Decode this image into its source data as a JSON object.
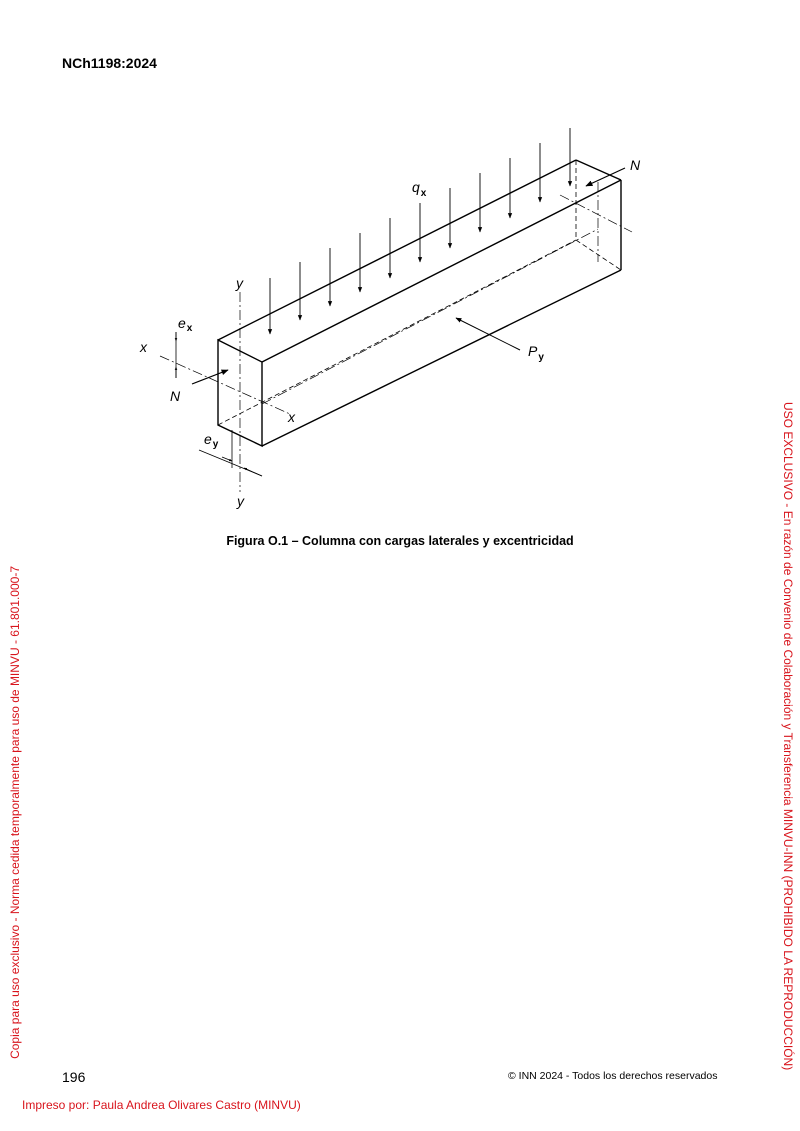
{
  "header": {
    "doc_code": "NCh1198:2024"
  },
  "figure": {
    "labels": {
      "load": "q",
      "load_sub": "x",
      "axial_top": "N",
      "axial_left": "N",
      "lateral_point": "P",
      "lateral_point_sub": "y",
      "ecc_x": "e",
      "ecc_x_sub": "x",
      "ecc_y": "e",
      "ecc_y_sub": "y",
      "axis_y_top": "y",
      "axis_y_bottom": "y",
      "axis_x_left": "x",
      "axis_x_right": "x"
    },
    "caption": "Figura O.1 – Columna con cargas laterales y excentricidad"
  },
  "footer": {
    "page_number": "196",
    "copyright": "© INN 2024 - Todos los derechos reservados"
  },
  "watermarks": {
    "right": "USO EXCLUSIVO - En razón de Convenio de Colaboración y Transferencia MINVU-INN (PROHIBIDO LA REPRODUCCIÓN)",
    "left": "Copia para uso exclusivo - Norma cedida temporalmente para uso de MINVU - 61.801.000-7",
    "bottom": "Impreso por: Paula Andrea Olivares Castro (MINVU)"
  },
  "colors": {
    "watermark": "#d8141c"
  }
}
